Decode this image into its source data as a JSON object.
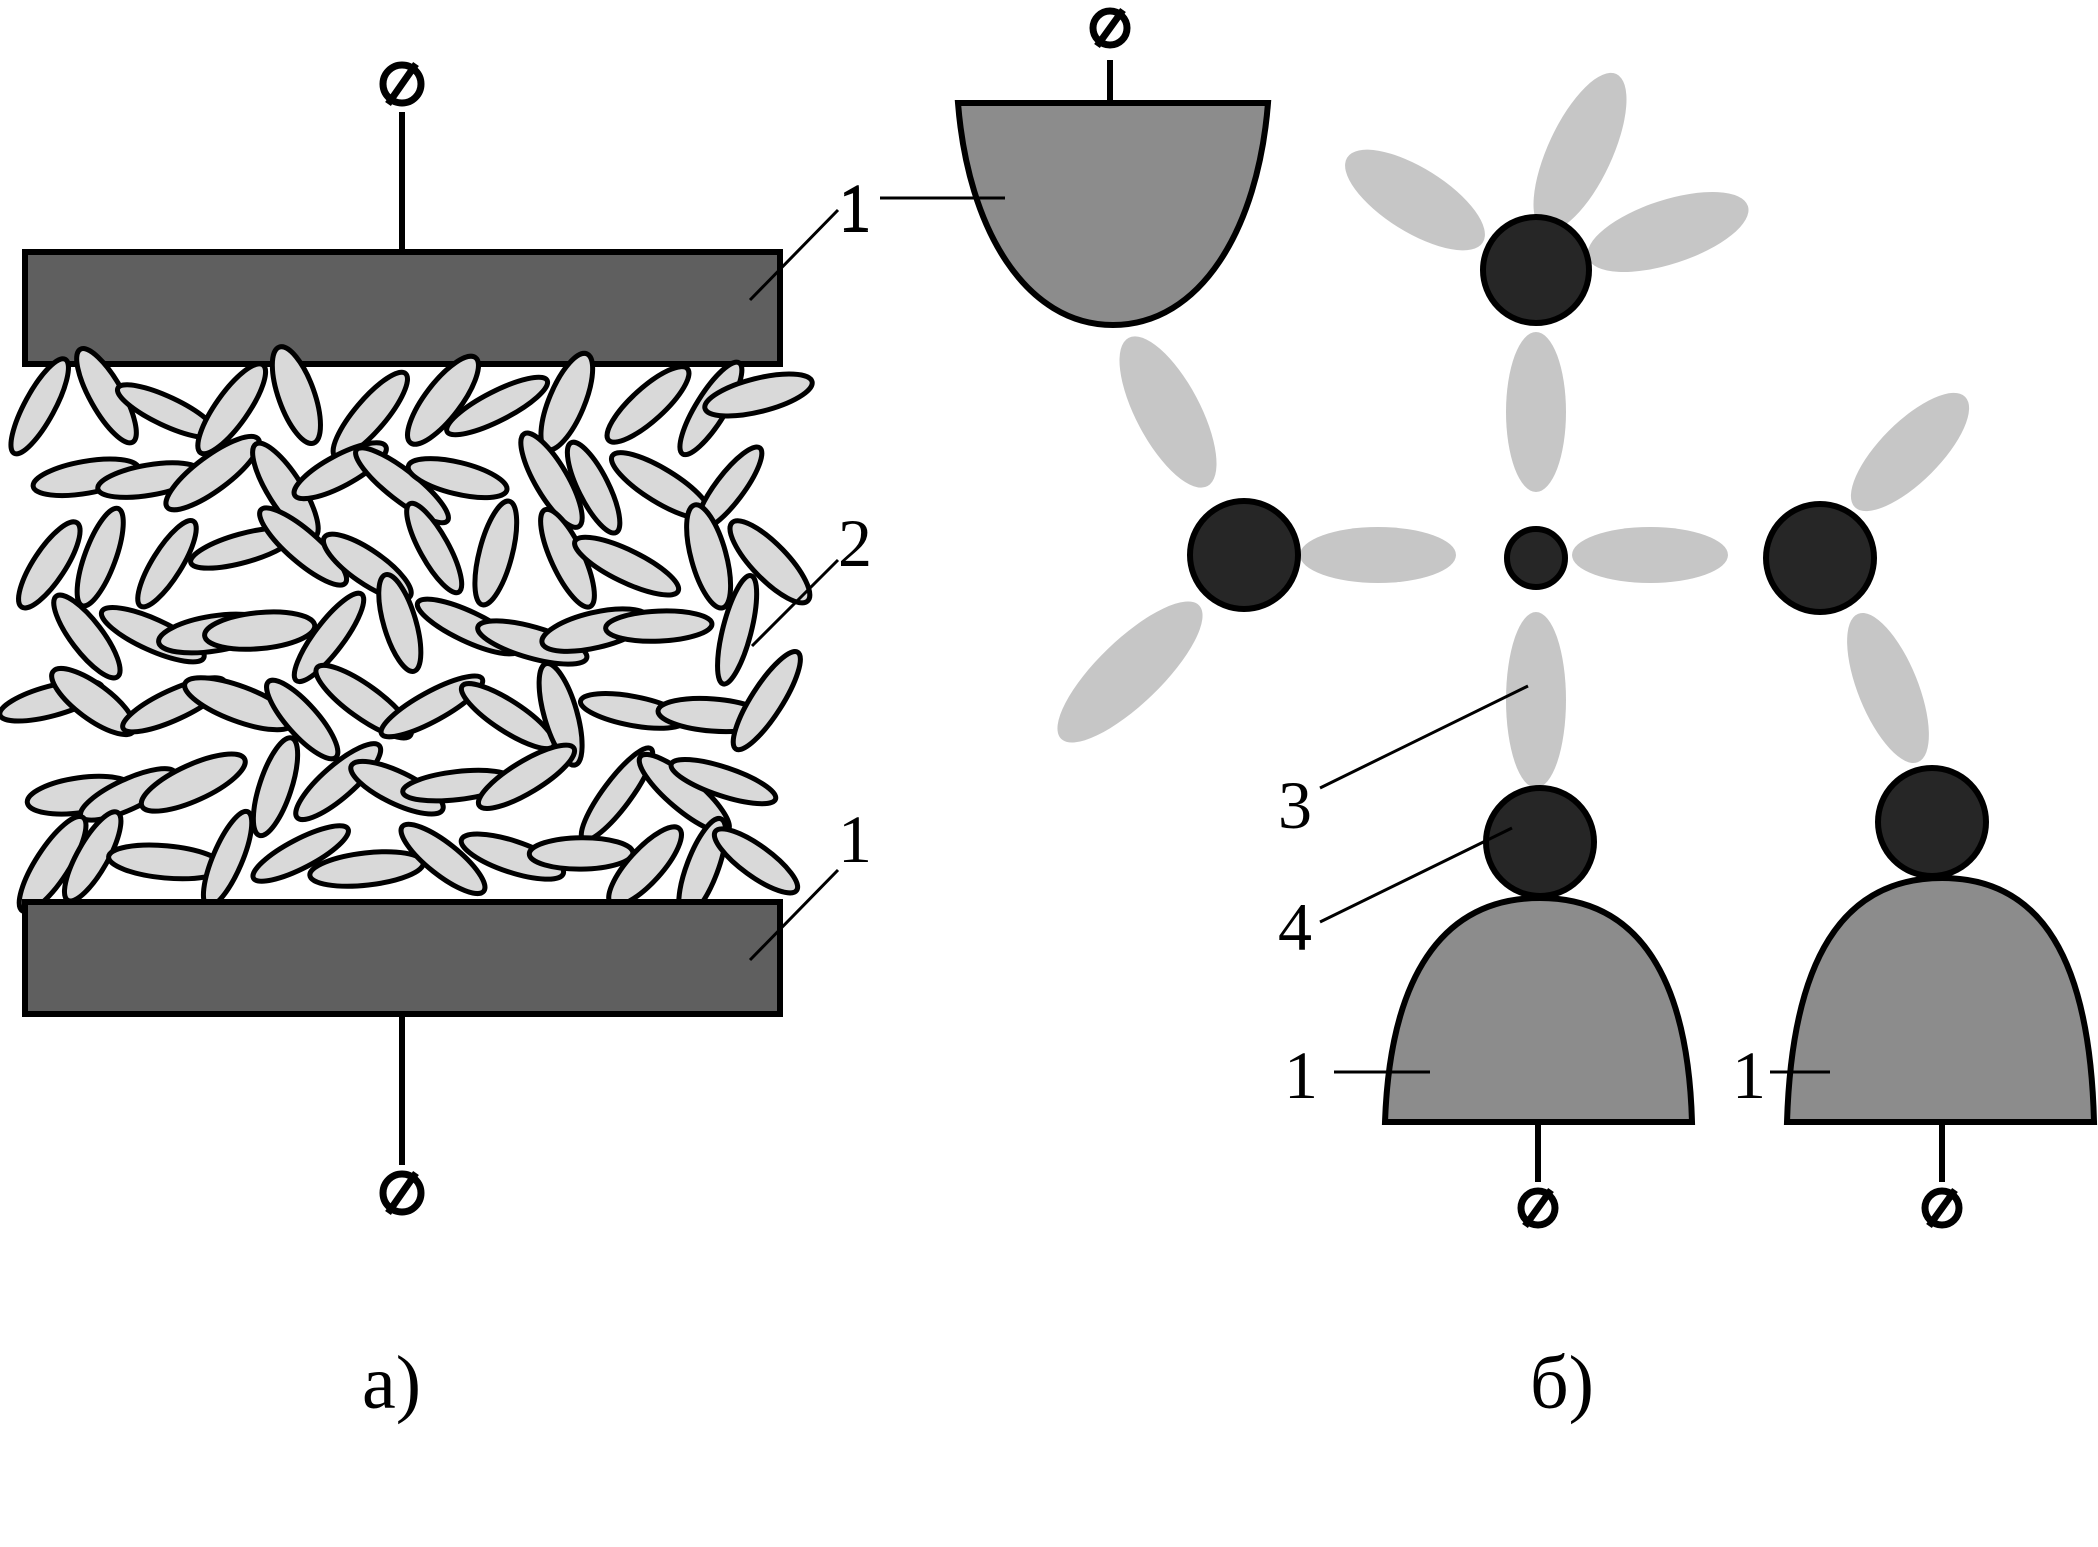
{
  "panel_a": {
    "labels": {
      "top_plate": "1",
      "grains": "2",
      "bottom_plate": "1"
    },
    "caption": "а)"
  },
  "panel_b": {
    "labels": {
      "top_electrode": "1",
      "bond": "3",
      "atom": "4",
      "left_electrode": "1",
      "right_electrode": "1"
    },
    "caption": "б)"
  },
  "colors": {
    "plate": "#5f5f5f",
    "electrode": "#8c8c8c",
    "grain": "#d9d9d9",
    "node": "#262626",
    "lobe": "#c6c6c6"
  },
  "icons": [
    "terminal-symbol-icon"
  ]
}
